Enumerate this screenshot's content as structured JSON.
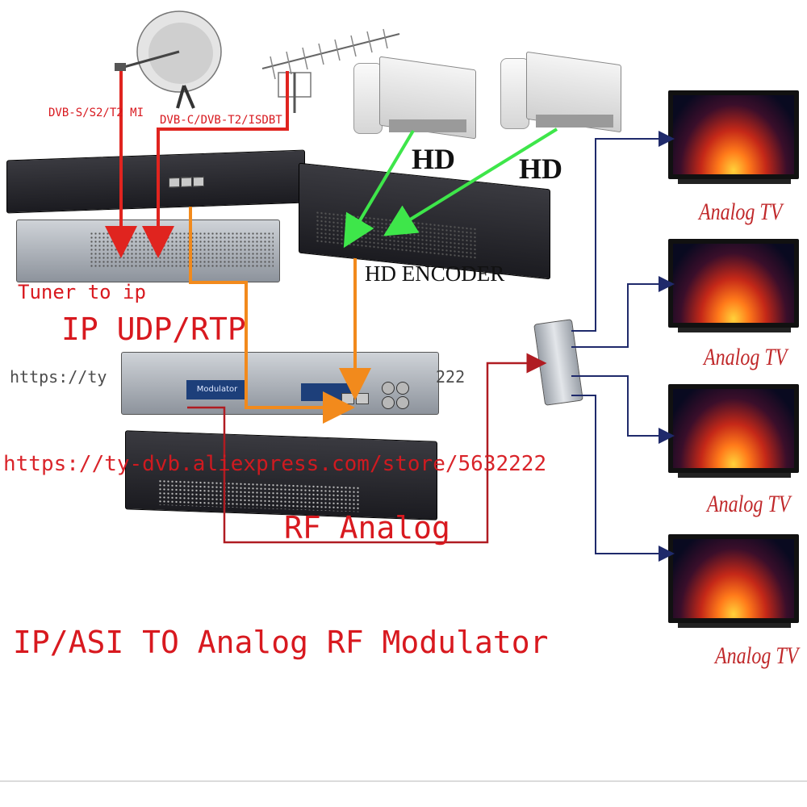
{
  "diagram": {
    "title": "IP/ASI TO Analog RF Modulator",
    "url_watermark": "https://ty-dvb.aliexpress.com/store/5632222",
    "url_watermark_partial_left": "https://ty",
    "url_watermark_partial_right": "222",
    "labels": {
      "satellite_input": "DVB-S/S2/T2 MI",
      "terrestrial_input": "DVB-C/DVB-T2/ISDBT",
      "tuner_to_ip": "Tuner to ip",
      "ip_udp_rtp": "IP UDP/RTP",
      "hd_1": "HD",
      "hd_2": "HD",
      "hd_encoder": "HD ENCODER",
      "rf_analog": "RF Analog",
      "modulator_panel": "Modulator"
    },
    "tv_labels": [
      "Analog TV",
      "Analog TV",
      "Analog TV",
      "Analog TV"
    ]
  },
  "colors": {
    "red_line": "#e0241f",
    "dark_red_line": "#b01c22",
    "orange_line": "#f28a1c",
    "green_line": "#3ee64a",
    "navy_line": "#1f2a6b",
    "label_red": "#d8191f"
  }
}
